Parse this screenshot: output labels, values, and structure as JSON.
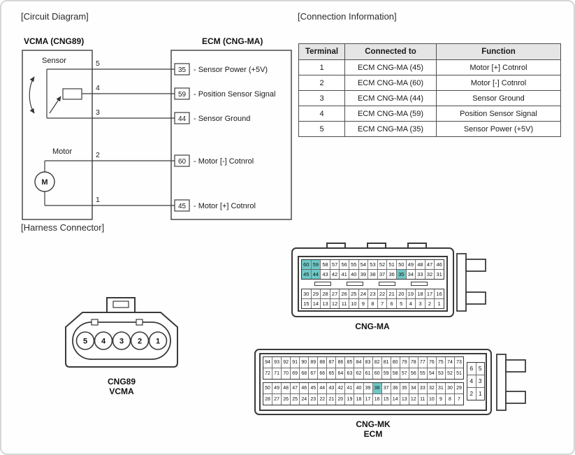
{
  "headings": {
    "circuit_diagram": "[Circuit Diagram]",
    "connection_information": "[Connection Information]",
    "harness_connector": "[Harness Connector]"
  },
  "circuit": {
    "vcma_title": "VCMA (CNG89)",
    "ecm_title": "ECM (CNG-MA)",
    "sensor_label": "Sensor",
    "motor_label": "Motor",
    "motor_letter": "M",
    "wires": [
      {
        "terminal": "5",
        "pin_num": "35",
        "pin_desc": "- Sensor Power (+5V)"
      },
      {
        "terminal": "4",
        "pin_num": "59",
        "pin_desc": "- Position Sensor Signal"
      },
      {
        "terminal": "3",
        "pin_num": "44",
        "pin_desc": "- Sensor Ground"
      },
      {
        "terminal": "2",
        "pin_num": "60",
        "pin_desc": "- Motor [-] Cotnrol"
      },
      {
        "terminal": "1",
        "pin_num": "45",
        "pin_desc": "- Motor [+] Cotnrol"
      }
    ]
  },
  "table": {
    "headers": [
      "Terminal",
      "Connected to",
      "Function"
    ],
    "rows": [
      [
        "1",
        "ECM CNG-MA (45)",
        "Motor [+] Cotnrol"
      ],
      [
        "2",
        "ECM CNG-MA (60)",
        "Motor [-] Cotnrol"
      ],
      [
        "3",
        "ECM CNG-MA (44)",
        "Sensor Ground"
      ],
      [
        "4",
        "ECM CNG-MA (59)",
        "Position Sensor Signal"
      ],
      [
        "5",
        "ECM CNG-MA (35)",
        "Sensor Power (+5V)"
      ]
    ]
  },
  "connectors": {
    "vcma": {
      "name": "CNG89",
      "sub": "VCMA",
      "pins": [
        "5",
        "4",
        "3",
        "2",
        "1"
      ]
    },
    "cng_ma": {
      "name": "CNG-MA",
      "highlighted": [
        "60",
        "59",
        "45",
        "44",
        "35"
      ],
      "blocks": [
        [
          [
            "60",
            "59",
            "58",
            "57",
            "56",
            "55",
            "54",
            "53",
            "52",
            "51",
            "50",
            "49",
            "48",
            "47",
            "46"
          ],
          [
            "45",
            "44",
            "43",
            "42",
            "41",
            "40",
            "39",
            "38",
            "37",
            "36",
            "35",
            "34",
            "33",
            "32",
            "31"
          ]
        ],
        [
          [
            "30",
            "29",
            "28",
            "27",
            "26",
            "25",
            "24",
            "23",
            "22",
            "21",
            "20",
            "19",
            "18",
            "17",
            "16"
          ],
          [
            "15",
            "14",
            "13",
            "12",
            "11",
            "10",
            "9",
            "8",
            "7",
            "6",
            "5",
            "4",
            "3",
            "2",
            "1"
          ]
        ]
      ]
    },
    "cng_mk": {
      "name": "CNG-MK",
      "sub": "ECM",
      "highlighted": [
        "38"
      ],
      "blocks": [
        [
          [
            "94",
            "93",
            "92",
            "91",
            "90",
            "89",
            "88",
            "87",
            "86",
            "85",
            "84",
            "83",
            "82",
            "81",
            "80",
            "79",
            "78",
            "77",
            "76",
            "75",
            "74",
            "73"
          ],
          [
            "72",
            "71",
            "70",
            "69",
            "68",
            "67",
            "66",
            "65",
            "64",
            "63",
            "62",
            "61",
            "60",
            "59",
            "58",
            "57",
            "56",
            "55",
            "54",
            "53",
            "52",
            "51"
          ]
        ],
        [
          [
            "50",
            "49",
            "48",
            "47",
            "46",
            "45",
            "44",
            "43",
            "42",
            "41",
            "40",
            "39",
            "38",
            "37",
            "36",
            "35",
            "34",
            "33",
            "32",
            "31",
            "30",
            "29"
          ],
          [
            "28",
            "27",
            "26",
            "25",
            "24",
            "23",
            "22",
            "21",
            "20",
            "19",
            "18",
            "17",
            "16",
            "15",
            "14",
            "13",
            "12",
            "11",
            "10",
            "9",
            "8",
            "7"
          ]
        ]
      ],
      "side_grid": [
        [
          "6",
          "5"
        ],
        [
          "4",
          "3"
        ],
        [
          "2",
          "1"
        ]
      ]
    }
  }
}
